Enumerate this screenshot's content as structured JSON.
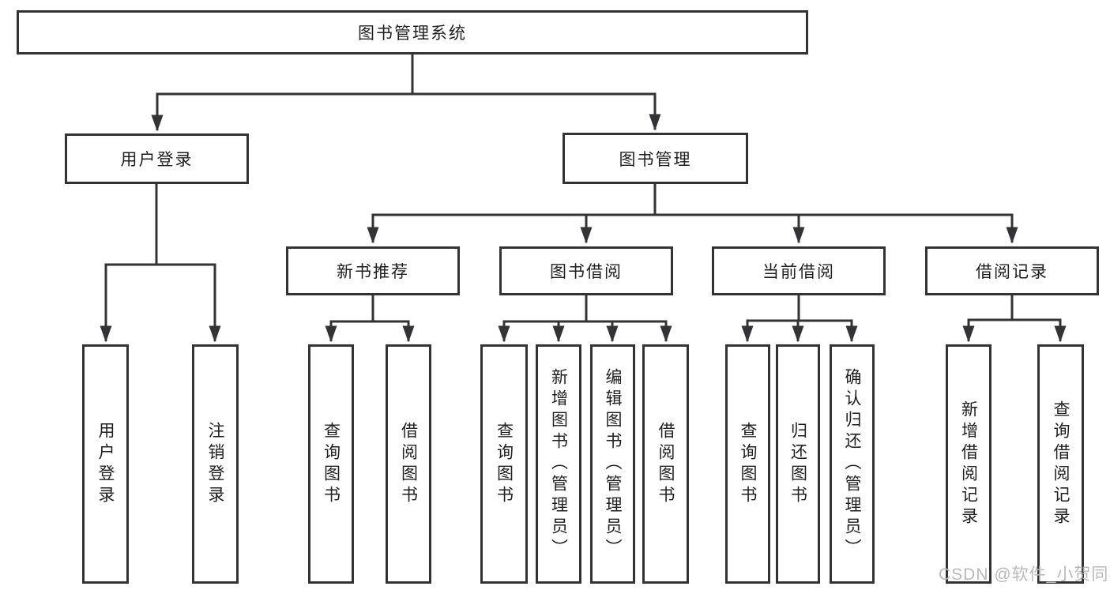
{
  "diagram": {
    "root": {
      "label": "图书管理系统"
    },
    "level2": [
      {
        "label": "用户登录"
      },
      {
        "label": "图书管理"
      }
    ],
    "level3": [
      {
        "label": "新书推荐"
      },
      {
        "label": "图书借阅"
      },
      {
        "label": "当前借阅"
      },
      {
        "label": "借阅记录"
      }
    ],
    "leaves": {
      "user_login": [
        "用户登录",
        "注销登录"
      ],
      "new_book_recommend": [
        "查询图书",
        "借阅图书"
      ],
      "book_borrow": [
        "查询图书",
        "新增图书（管理员）",
        "编辑图书（管理员）",
        "借阅图书"
      ],
      "current_borrow": [
        "查询图书",
        "归还图书",
        "确认归还（管理员）"
      ],
      "borrow_record": [
        "新增借阅记录",
        "查询借阅记录"
      ]
    }
  },
  "watermark": {
    "text": "CSDN @软件_小贺同学"
  },
  "colors": {
    "line": "#333335",
    "box_border": "#333335",
    "box_fill": "#ffffff",
    "text": "#1f1f1f",
    "watermark": "#b9b9b9",
    "background": "#ffffff"
  }
}
